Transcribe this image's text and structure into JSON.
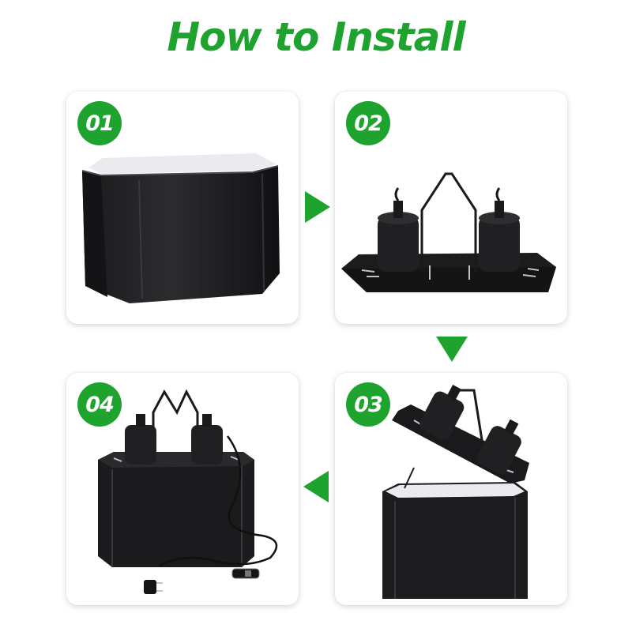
{
  "title": "How to Install",
  "accent_color": "#1fa32f",
  "steps": [
    {
      "number": "01",
      "image": "empty-black-enclosure-box"
    },
    {
      "number": "02",
      "image": "lamp-holder-lid-with-two-sockets"
    },
    {
      "number": "03",
      "image": "placing-lid-onto-box"
    },
    {
      "number": "04",
      "image": "assembled-heater-with-cord-and-switch"
    }
  ],
  "arrows": [
    "arrow-right-icon",
    "arrow-down-icon",
    "arrow-left-icon"
  ]
}
